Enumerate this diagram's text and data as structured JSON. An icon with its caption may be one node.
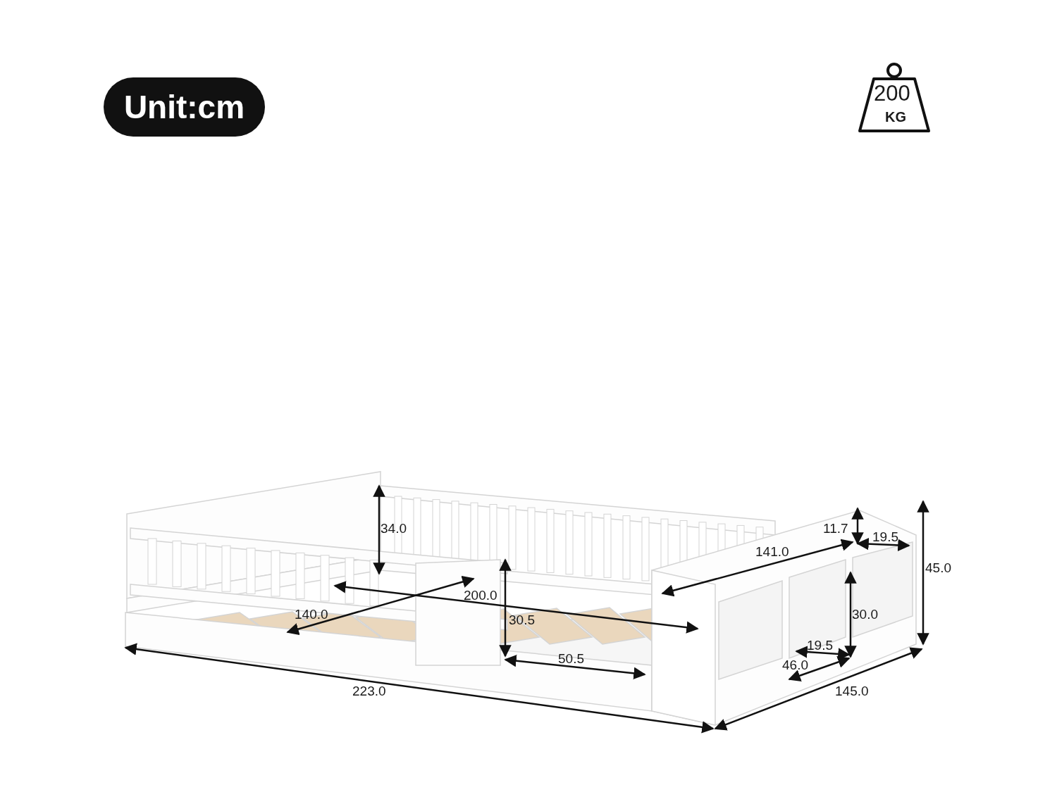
{
  "diagram": {
    "labels": [
      "Unit:cm",
      "200",
      "KG",
      "34.0",
      "11.7",
      "19.5",
      "141.0",
      "45.0",
      "200.0",
      "30.0",
      "140.0",
      "30.5",
      "19.5",
      "50.5",
      "46.0",
      "223.0",
      "145.0"
    ]
  }
}
